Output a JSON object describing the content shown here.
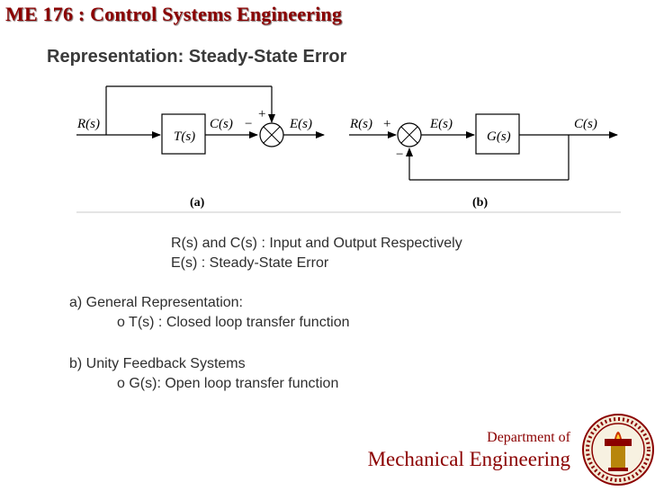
{
  "header": {
    "course_title": "ME 176 :  Control Systems Engineering"
  },
  "slide": {
    "title": "Representation:  Steady-State Error"
  },
  "diagram_a": {
    "input_label": "R(s)",
    "block_label": "T(s)",
    "output_label": "C(s)",
    "plus_sign": "+",
    "minus_sign": "−",
    "error_label": "E(s)",
    "caption": "(a)"
  },
  "diagram_b": {
    "input_label": "R(s)",
    "plus_sign": "+",
    "minus_sign": "−",
    "error_label": "E(s)",
    "block_label": "G(s)",
    "output_label": "C(s)",
    "caption": "(b)"
  },
  "body": {
    "legend_line1": "R(s)  and C(s) :  Input and Output Respectively",
    "legend_line2": "E(s) : Steady-State Error",
    "item_a_title": "a) General Representation:",
    "item_a_bullet": "o  T(s) : Closed loop transfer function",
    "item_b_title": "b) Unity Feedback Systems",
    "item_b_bullet": "o  G(s): Open loop transfer function"
  },
  "footer": {
    "dept_of": "Department of",
    "dept_name": "Mechanical Engineering"
  },
  "colors": {
    "maroon": "#8b0000",
    "text": "#2e2e2e"
  }
}
